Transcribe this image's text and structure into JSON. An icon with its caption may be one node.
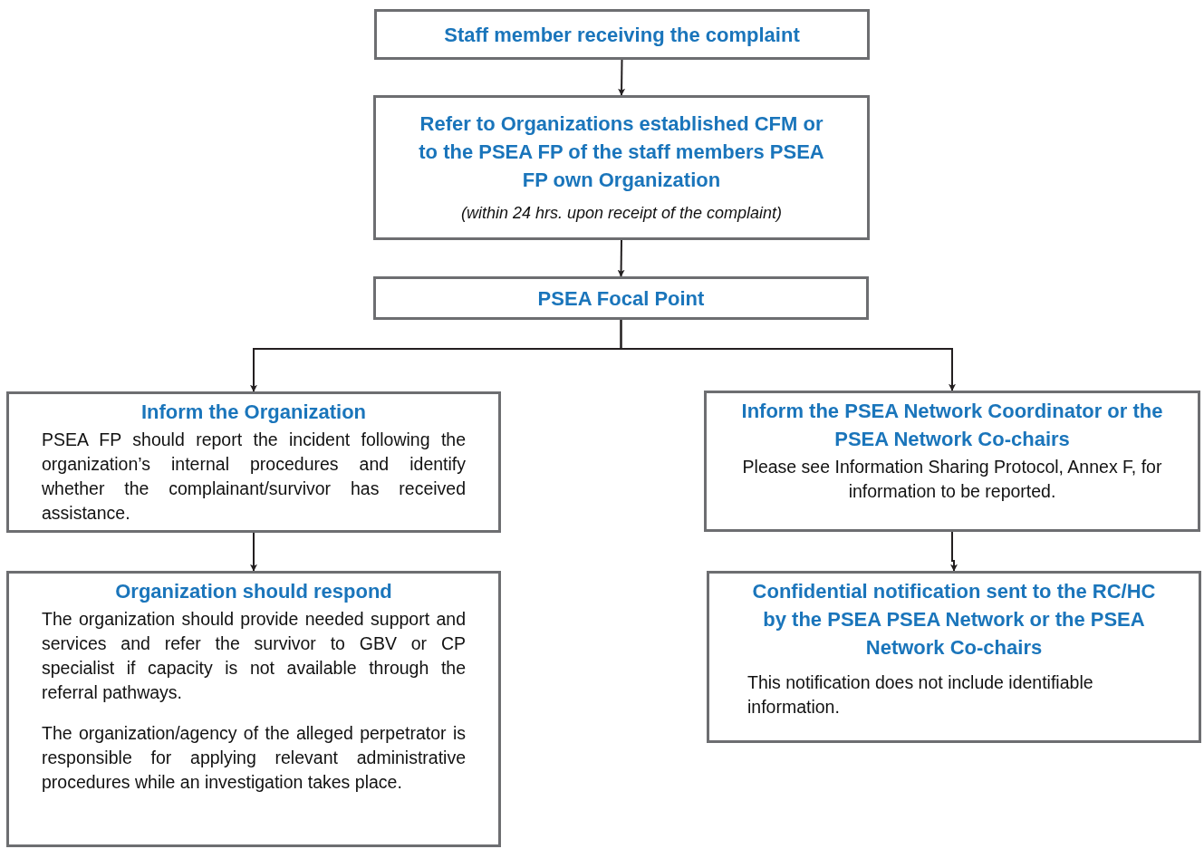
{
  "diagram": {
    "nodes": [
      {
        "text": [
          "Staff member receiving the complaint"
        ]
      },
      {
        "text": [
          "Refer to Organizations established CFM or to the PSEA FP of the staff members PSEA FP own Organization",
          "(within 24 hrs. upon receipt of the complaint)"
        ]
      },
      {
        "text": [
          "PSEA Focal Point"
        ]
      },
      {
        "text": [
          "Inform the Organization",
          "PSEA FP should report the incident following the organization’s internal procedures and identify whether the complainant/survivor has received assistance."
        ]
      },
      {
        "text": [
          "Inform the PSEA Network Coordinator or the PSEA Network Co-chairs",
          "Please see Information Sharing Protocol, Annex F, for information to be reported."
        ]
      },
      {
        "text": [
          "Organization should respond",
          "The organization should provide needed support and services and refer the survivor to GBV or CP specialist if capacity is not available through the referral pathways.",
          "The organization/agency of the alleged perpetrator is responsible for applying relevant administrative procedures while an investigation takes place."
        ]
      },
      {
        "text": [
          "Confidential notification sent to the RC/HC by the PSEA PSEA Network or the PSEA Network Co-chairs",
          "This notification does not include identifiable information."
        ]
      }
    ],
    "edges": [
      {
        "from": 0,
        "to": 1,
        "arrow": "to"
      },
      {
        "from": 1,
        "to": 2,
        "arrow": "to"
      },
      {
        "from": 2,
        "to": 3,
        "arrow": "to"
      },
      {
        "from": 2,
        "to": 4,
        "arrow": "to"
      },
      {
        "from": 3,
        "to": 5,
        "arrow": "to"
      },
      {
        "from": 4,
        "to": 6,
        "arrow": "to"
      }
    ]
  }
}
